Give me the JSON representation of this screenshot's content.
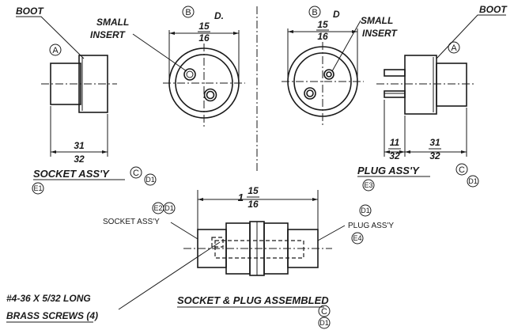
{
  "labels": {
    "boot": "BOOT",
    "small": "SMALL",
    "insert": "INSERT",
    "d_suffix": "D.",
    "d_suffix_right": "D",
    "socket_assy": "SOCKET ASS'Y",
    "plug_assy": "PLUG ASS'Y",
    "socket_assy_small": "SOCKET ASS'Y",
    "plug_assy_small": "PLUG ASS'Y",
    "screws_line1": "#4-36 X 5/32 LONG",
    "screws_line2": "BRASS SCREWS (4)",
    "assembled": "SOCKET & PLUG ASSEMBLED"
  },
  "dimensions": {
    "head_num": "15",
    "head_den": "16",
    "len_num": "31",
    "len_den": "32",
    "pin_num": "11",
    "pin_den": "32",
    "total_whole": "1",
    "total_num": "15",
    "total_den": "16"
  },
  "callouts": {
    "a": "A",
    "b": "B",
    "c": "C",
    "d1": "D1",
    "e1": "E1",
    "e2": "E2",
    "e3": "E3",
    "e4": "E4"
  }
}
